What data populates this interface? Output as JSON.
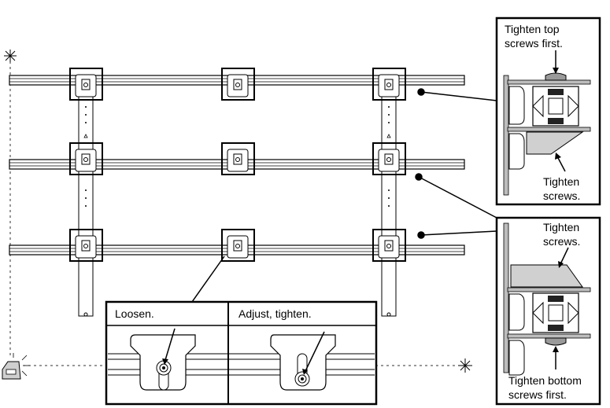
{
  "callouts": {
    "top_right": {
      "line1": "Tighten top",
      "line2": "screws first.",
      "lower_line1": "Tighten",
      "lower_line2": "screws."
    },
    "bottom_right": {
      "upper_line1": "Tighten",
      "upper_line2": "screws.",
      "line1": "Tighten bottom",
      "line2": "screws first."
    },
    "bottom_left": {
      "loosen": "Loosen.",
      "adjust": "Adjust, tighten."
    }
  }
}
